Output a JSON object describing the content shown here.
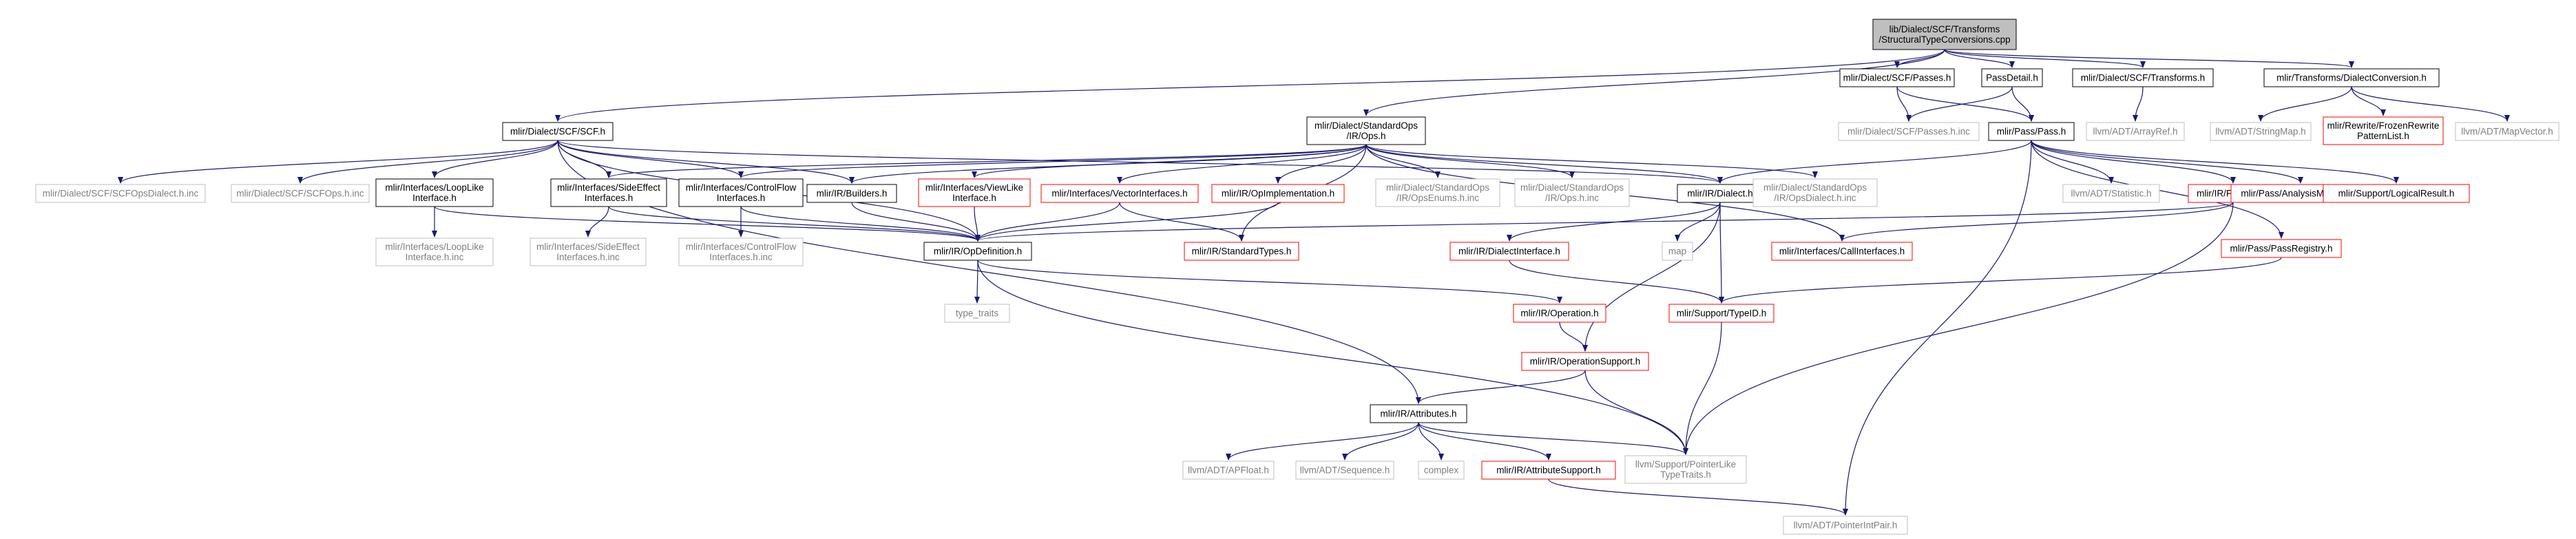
{
  "colors": {
    "edge": "#191970",
    "border_black": "#000000",
    "border_red": "#ff0000",
    "border_gray": "#bfbfbf",
    "text_normal": "#000000",
    "text_gray": "#7f7f7f",
    "root_fill": "#bfbfbf",
    "node_fill": "#ffffff"
  },
  "nodes": [
    {
      "id": "root",
      "lines": [
        "lib/Dialect/SCF/Transforms",
        "/StructuralTypeConversions.cpp"
      ],
      "style": "root"
    },
    {
      "id": "scfpasses",
      "lines": [
        "mlir/Dialect/SCF/Passes.h"
      ],
      "style": "black"
    },
    {
      "id": "passdetail",
      "lines": [
        "PassDetail.h"
      ],
      "style": "black"
    },
    {
      "id": "scftransforms",
      "lines": [
        "mlir/Dialect/SCF/Transforms.h"
      ],
      "style": "black"
    },
    {
      "id": "dialectconv",
      "lines": [
        "mlir/Transforms/DialectConversion.h"
      ],
      "style": "black"
    },
    {
      "id": "scfh",
      "lines": [
        "mlir/Dialect/SCF/SCF.h"
      ],
      "style": "black"
    },
    {
      "id": "stdops",
      "lines": [
        "mlir/Dialect/StandardOps",
        "/IR/Ops.h"
      ],
      "style": "black"
    },
    {
      "id": "scfpassesinc",
      "lines": [
        "mlir/Dialect/SCF/Passes.h.inc"
      ],
      "style": "gray"
    },
    {
      "id": "passh",
      "lines": [
        "mlir/Pass/Pass.h"
      ],
      "style": "black"
    },
    {
      "id": "arrayref",
      "lines": [
        "llvm/ADT/ArrayRef.h"
      ],
      "style": "gray"
    },
    {
      "id": "stringmap",
      "lines": [
        "llvm/ADT/StringMap.h"
      ],
      "style": "gray"
    },
    {
      "id": "frozen",
      "lines": [
        "mlir/Rewrite/FrozenRewrite",
        "PatternList.h"
      ],
      "style": "red"
    },
    {
      "id": "mapvector",
      "lines": [
        "llvm/ADT/MapVector.h"
      ],
      "style": "gray"
    },
    {
      "id": "scfopsdialectinc",
      "lines": [
        "mlir/Dialect/SCF/SCFOpsDialect.h.inc"
      ],
      "style": "gray"
    },
    {
      "id": "scfopsinc",
      "lines": [
        "mlir/Dialect/SCF/SCFOps.h.inc"
      ],
      "style": "gray"
    },
    {
      "id": "looplike",
      "lines": [
        "mlir/Interfaces/LoopLike",
        "Interface.h"
      ],
      "style": "black"
    },
    {
      "id": "sideeffect",
      "lines": [
        "mlir/Interfaces/SideEffect",
        "Interfaces.h"
      ],
      "style": "black"
    },
    {
      "id": "controlflow",
      "lines": [
        "mlir/Interfaces/ControlFlow",
        "Interfaces.h"
      ],
      "style": "black"
    },
    {
      "id": "builders",
      "lines": [
        "mlir/IR/Builders.h"
      ],
      "style": "black"
    },
    {
      "id": "viewlike",
      "lines": [
        "mlir/Interfaces/ViewLike",
        "Interface.h"
      ],
      "style": "red"
    },
    {
      "id": "vectorif",
      "lines": [
        "mlir/Interfaces/VectorInterfaces.h"
      ],
      "style": "red"
    },
    {
      "id": "opimpl",
      "lines": [
        "mlir/IR/OpImplementation.h"
      ],
      "style": "red"
    },
    {
      "id": "opsenums",
      "lines": [
        "mlir/Dialect/StandardOps",
        "/IR/OpsEnums.h.inc"
      ],
      "style": "gray"
    },
    {
      "id": "opsinc",
      "lines": [
        "mlir/Dialect/StandardOps",
        "/IR/Ops.h.inc"
      ],
      "style": "gray"
    },
    {
      "id": "dialecth",
      "lines": [
        "mlir/IR/Dialect.h"
      ],
      "style": "black"
    },
    {
      "id": "opsdialectinc",
      "lines": [
        "mlir/Dialect/StandardOps",
        "/IR/OpsDialect.h.inc"
      ],
      "style": "gray"
    },
    {
      "id": "statistic",
      "lines": [
        "llvm/ADT/Statistic.h"
      ],
      "style": "gray"
    },
    {
      "id": "function",
      "lines": [
        "mlir/IR/Function.h"
      ],
      "style": "red"
    },
    {
      "id": "passregistry",
      "lines": [
        "mlir/Pass/PassRegistry.h"
      ],
      "style": "red"
    },
    {
      "id": "analysismgr",
      "lines": [
        "mlir/Pass/AnalysisManager.h"
      ],
      "style": "red"
    },
    {
      "id": "logicalresult",
      "lines": [
        "mlir/Support/LogicalResult.h"
      ],
      "style": "red"
    },
    {
      "id": "looplikeinc",
      "lines": [
        "mlir/Interfaces/LoopLike",
        "Interface.h.inc"
      ],
      "style": "gray"
    },
    {
      "id": "sideeffectinc",
      "lines": [
        "mlir/Interfaces/SideEffect",
        "Interfaces.h.inc"
      ],
      "style": "gray"
    },
    {
      "id": "controlflowinc",
      "lines": [
        "mlir/Interfaces/ControlFlow",
        "Interfaces.h.inc"
      ],
      "style": "gray"
    },
    {
      "id": "opdef",
      "lines": [
        "mlir/IR/OpDefinition.h"
      ],
      "style": "black"
    },
    {
      "id": "stdtypes",
      "lines": [
        "mlir/IR/StandardTypes.h"
      ],
      "style": "red"
    },
    {
      "id": "dialectif",
      "lines": [
        "mlir/IR/DialectInterface.h"
      ],
      "style": "red"
    },
    {
      "id": "map",
      "lines": [
        "map"
      ],
      "style": "gray"
    },
    {
      "id": "callif",
      "lines": [
        "mlir/Interfaces/CallInterfaces.h"
      ],
      "style": "red"
    },
    {
      "id": "typeid",
      "lines": [
        "mlir/Support/TypeID.h"
      ],
      "style": "red"
    },
    {
      "id": "typetraits",
      "lines": [
        "type_traits"
      ],
      "style": "gray"
    },
    {
      "id": "operation",
      "lines": [
        "mlir/IR/Operation.h"
      ],
      "style": "red"
    },
    {
      "id": "opsupport",
      "lines": [
        "mlir/IR/OperationSupport.h"
      ],
      "style": "red"
    },
    {
      "id": "attributes",
      "lines": [
        "mlir/IR/Attributes.h"
      ],
      "style": "black"
    },
    {
      "id": "apfloat",
      "lines": [
        "llvm/ADT/APFloat.h"
      ],
      "style": "gray"
    },
    {
      "id": "sequence",
      "lines": [
        "llvm/ADT/Sequence.h"
      ],
      "style": "gray"
    },
    {
      "id": "complex",
      "lines": [
        "complex"
      ],
      "style": "gray"
    },
    {
      "id": "attrsupport",
      "lines": [
        "mlir/IR/AttributeSupport.h"
      ],
      "style": "red"
    },
    {
      "id": "ptrliketraits",
      "lines": [
        "llvm/Support/PointerLike",
        "TypeTraits.h"
      ],
      "style": "gray"
    },
    {
      "id": "ptrintpair",
      "lines": [
        "llvm/ADT/PointerIntPair.h"
      ],
      "style": "gray"
    }
  ],
  "edges": [
    [
      "root",
      "scfpasses"
    ],
    [
      "root",
      "passdetail"
    ],
    [
      "root",
      "scftransforms"
    ],
    [
      "root",
      "dialectconv"
    ],
    [
      "root",
      "scfh"
    ],
    [
      "root",
      "stdops"
    ],
    [
      "scfpasses",
      "scfpassesinc"
    ],
    [
      "scfpasses",
      "passh"
    ],
    [
      "passdetail",
      "scfpassesinc"
    ],
    [
      "passdetail",
      "passh"
    ],
    [
      "scftransforms",
      "arrayref"
    ],
    [
      "dialectconv",
      "stringmap"
    ],
    [
      "dialectconv",
      "frozen"
    ],
    [
      "dialectconv",
      "mapvector"
    ],
    [
      "scfh",
      "scfopsdialectinc"
    ],
    [
      "scfh",
      "scfopsinc"
    ],
    [
      "scfh",
      "looplike"
    ],
    [
      "scfh",
      "sideeffect"
    ],
    [
      "scfh",
      "controlflow"
    ],
    [
      "scfh",
      "builders"
    ],
    [
      "scfh",
      "dialecth"
    ],
    [
      "scfh",
      "opdef"
    ],
    [
      "scfh",
      "attributes"
    ],
    [
      "stdops",
      "sideeffect"
    ],
    [
      "stdops",
      "controlflow"
    ],
    [
      "stdops",
      "builders"
    ],
    [
      "stdops",
      "viewlike"
    ],
    [
      "stdops",
      "vectorif"
    ],
    [
      "stdops",
      "opimpl"
    ],
    [
      "stdops",
      "opsenums"
    ],
    [
      "stdops",
      "opsinc"
    ],
    [
      "stdops",
      "dialecth"
    ],
    [
      "stdops",
      "opsdialectinc"
    ],
    [
      "stdops",
      "stdtypes"
    ],
    [
      "stdops",
      "callif"
    ],
    [
      "passh",
      "dialecth"
    ],
    [
      "passh",
      "statistic"
    ],
    [
      "passh",
      "function"
    ],
    [
      "passh",
      "passregistry"
    ],
    [
      "passh",
      "analysismgr"
    ],
    [
      "passh",
      "logicalresult"
    ],
    [
      "passh",
      "ptrintpair"
    ],
    [
      "looplike",
      "looplikeinc"
    ],
    [
      "looplike",
      "opdef"
    ],
    [
      "sideeffect",
      "sideeffectinc"
    ],
    [
      "sideeffect",
      "opdef"
    ],
    [
      "controlflow",
      "controlflowinc"
    ],
    [
      "controlflow",
      "opdef"
    ],
    [
      "builders",
      "opdef"
    ],
    [
      "viewlike",
      "opdef"
    ],
    [
      "vectorif",
      "opdef"
    ],
    [
      "vectorif",
      "stdtypes"
    ],
    [
      "opimpl",
      "opdef"
    ],
    [
      "dialecth",
      "dialectif"
    ],
    [
      "dialecth",
      "map"
    ],
    [
      "dialecth",
      "typeid"
    ],
    [
      "dialecth",
      "opsupport"
    ],
    [
      "function",
      "opdef"
    ],
    [
      "function",
      "callif"
    ],
    [
      "function",
      "ptrliketraits"
    ],
    [
      "passregistry",
      "typeid"
    ],
    [
      "opdef",
      "typetraits"
    ],
    [
      "opdef",
      "operation"
    ],
    [
      "opdef",
      "ptrliketraits"
    ],
    [
      "dialectif",
      "typeid"
    ],
    [
      "typeid",
      "ptrliketraits"
    ],
    [
      "operation",
      "opsupport"
    ],
    [
      "opsupport",
      "attributes"
    ],
    [
      "opsupport",
      "ptrliketraits"
    ],
    [
      "attributes",
      "apfloat"
    ],
    [
      "attributes",
      "sequence"
    ],
    [
      "attributes",
      "complex"
    ],
    [
      "attributes",
      "attrsupport"
    ],
    [
      "attributes",
      "ptrliketraits"
    ],
    [
      "attrsupport",
      "ptrintpair"
    ]
  ]
}
